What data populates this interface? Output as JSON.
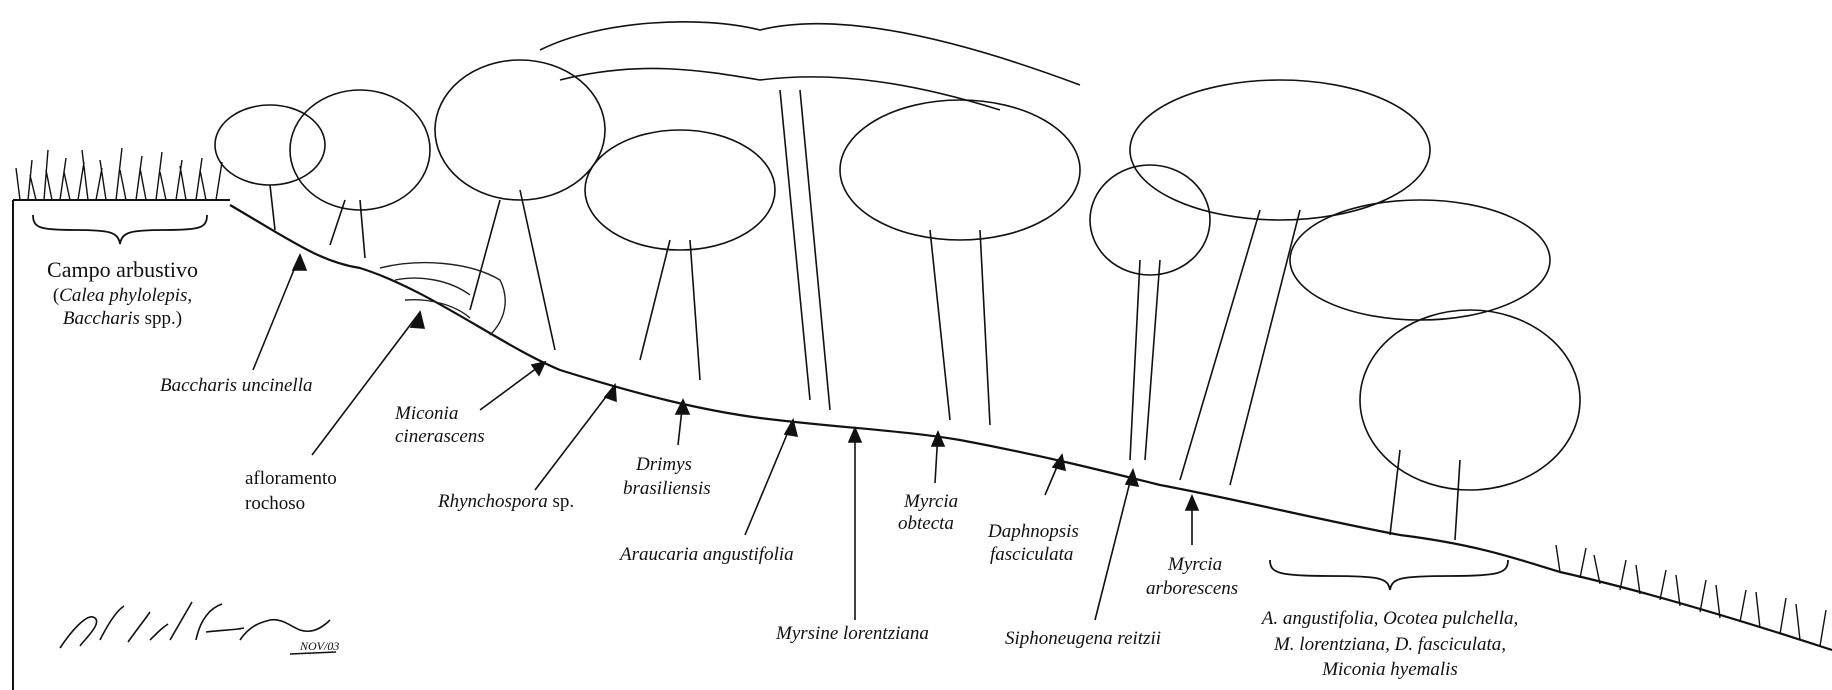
{
  "labels": {
    "campo_title": "Campo arbustivo",
    "campo_line1_prefix": "(",
    "campo_line1_italic": "Calea phylolepis",
    "campo_line1_suffix": ",",
    "campo_line2_italic": "Baccharis",
    "campo_line2_suffix": " spp.)",
    "baccharis_uncinella": "Baccharis uncinella",
    "afloramento_line1": "afloramento",
    "afloramento_line2": "rochoso",
    "miconia_cinerascens_line1": "Miconia",
    "miconia_cinerascens_line2": "cinerascens",
    "rhynchospora_italic": "Rhynchospora",
    "rhynchospora_suffix": " sp.",
    "drimys_line1": "Drimys",
    "drimys_line2": "brasiliensis",
    "araucaria": "Araucaria angustifolia",
    "myrsine": "Myrsine lorentziana",
    "myrcia_obtecta_line1": "Myrcia",
    "myrcia_obtecta_line2": "obtecta",
    "daphnopsis_line1": "Daphnopsis",
    "daphnopsis_line2": "fasciculata",
    "siphoneugena": "Siphoneugena reitzii",
    "myrcia_arborescens_line1": "Myrcia",
    "myrcia_arborescens_line2": "arborescens",
    "group_line1": "A. angustifolia, Ocotea pulchella,",
    "group_line2": "M. lorentziana, D. fasciculata,",
    "group_line3": "Miconia hyemalis"
  },
  "signature": {
    "text": "Rafael E Machado",
    "date": "NOV/03"
  }
}
